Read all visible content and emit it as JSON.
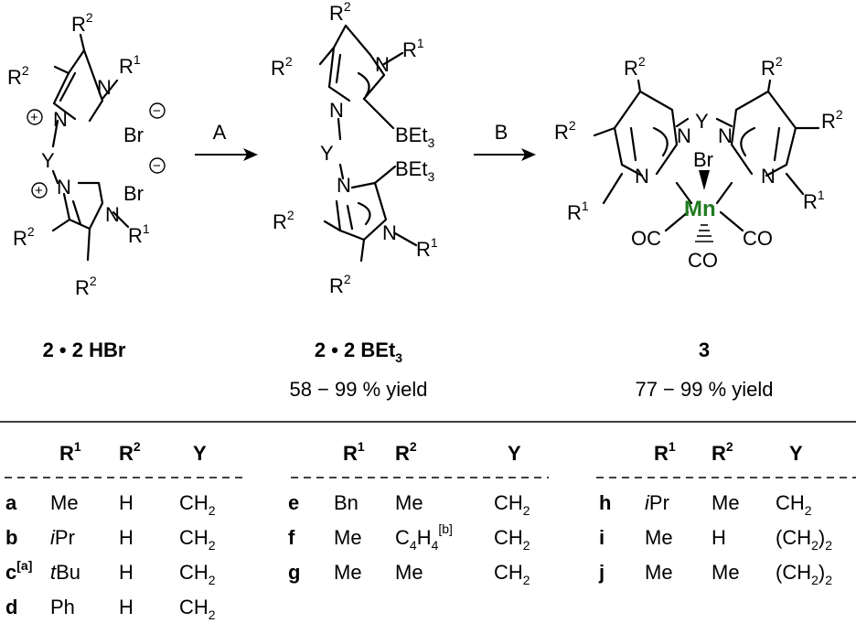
{
  "reaction": {
    "arrow_a_label": "A",
    "arrow_b_label": "B",
    "compound_2hbr": "2 • 2 HBr",
    "compound_2bet3": "2 • 2 BEt",
    "compound_2bet3_sub": "3",
    "compound_3": "3",
    "yield_2bet3": "58 − 99 % yield",
    "yield_3": "77 − 99 % yield"
  },
  "atoms": {
    "R": "R",
    "sup1": "1",
    "sup2": "2",
    "N": "N",
    "Y": "Y",
    "Br": "Br",
    "BEt": "BEt",
    "sub3": "3",
    "Mn": "Mn",
    "CO": "CO",
    "OC": "OC",
    "plus": "+",
    "minus": "−"
  },
  "table": {
    "headers": {
      "r1": "R",
      "r1_sup": "1",
      "r2": "R",
      "r2_sup": "2",
      "y": "Y"
    },
    "groups": [
      {
        "rows": [
          {
            "id": "a",
            "id_sup": "",
            "r1": "Me",
            "r1_italic": "",
            "r2": "H",
            "r2_sub": "",
            "r2_tail": "",
            "r2_sup": "",
            "y": "CH",
            "y_sub": "2",
            "y_tail": "",
            "y_sub2": ""
          },
          {
            "id": "b",
            "id_sup": "",
            "r1": "Pr",
            "r1_italic": "i",
            "r2": "H",
            "r2_sub": "",
            "r2_tail": "",
            "r2_sup": "",
            "y": "CH",
            "y_sub": "2",
            "y_tail": "",
            "y_sub2": ""
          },
          {
            "id": "c",
            "id_sup": "[a]",
            "r1": "Bu",
            "r1_italic": "t",
            "r2": "H",
            "r2_sub": "",
            "r2_tail": "",
            "r2_sup": "",
            "y": "CH",
            "y_sub": "2",
            "y_tail": "",
            "y_sub2": ""
          },
          {
            "id": "d",
            "id_sup": "",
            "r1": "Ph",
            "r1_italic": "",
            "r2": "H",
            "r2_sub": "",
            "r2_tail": "",
            "r2_sup": "",
            "y": "CH",
            "y_sub": "2",
            "y_tail": "",
            "y_sub2": ""
          }
        ]
      },
      {
        "rows": [
          {
            "id": "e",
            "id_sup": "",
            "r1": "Bn",
            "r1_italic": "",
            "r2": "Me",
            "r2_sub": "",
            "r2_tail": "",
            "r2_sup": "",
            "y": "CH",
            "y_sub": "2",
            "y_tail": "",
            "y_sub2": ""
          },
          {
            "id": "f",
            "id_sup": "",
            "r1": "Me",
            "r1_italic": "",
            "r2": "C",
            "r2_sub": "4",
            "r2_tail": "H",
            "r2_sub2": "4",
            "r2_sup": "[b]",
            "y": "CH",
            "y_sub": "2",
            "y_tail": "",
            "y_sub2": ""
          },
          {
            "id": "g",
            "id_sup": "",
            "r1": "Me",
            "r1_italic": "",
            "r2": "Me",
            "r2_sub": "",
            "r2_tail": "",
            "r2_sup": "",
            "y": "CH",
            "y_sub": "2",
            "y_tail": "",
            "y_sub2": ""
          }
        ]
      },
      {
        "rows": [
          {
            "id": "h",
            "id_sup": "",
            "r1": "Pr",
            "r1_italic": "i",
            "r2": "Me",
            "r2_sub": "",
            "r2_tail": "",
            "r2_sup": "",
            "y": "CH",
            "y_sub": "2",
            "y_tail": "",
            "y_sub2": ""
          },
          {
            "id": "i",
            "id_sup": "",
            "r1": "Me",
            "r1_italic": "",
            "r2": "H",
            "r2_sub": "",
            "r2_tail": "",
            "r2_sup": "",
            "y": "(CH",
            "y_sub": "2",
            "y_tail": ")",
            "y_sub2": "2"
          },
          {
            "id": "j",
            "id_sup": "",
            "r1": "Me",
            "r1_italic": "",
            "r2": "Me",
            "r2_sub": "",
            "r2_tail": "",
            "r2_sup": "",
            "y": "(CH",
            "y_sub": "2",
            "y_tail": ")",
            "y_sub2": "2"
          }
        ]
      }
    ]
  }
}
